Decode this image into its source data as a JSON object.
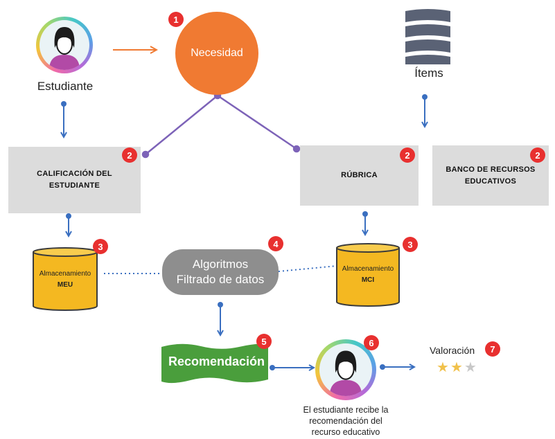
{
  "student": {
    "label": "Estudiante"
  },
  "need": {
    "label": "Necesidad",
    "badge": "1"
  },
  "items": {
    "label": "Ítems"
  },
  "boxes": [
    {
      "title": "CALIFICACIÓN DEL ESTUDIANTE",
      "badge": "2"
    },
    {
      "title": "RÚBRICA",
      "badge": "2"
    },
    {
      "title": "BANCO DE RECURSOS EDUCATIVOS",
      "badge": "2"
    }
  ],
  "storage": [
    {
      "line1": "Almacenamiento",
      "line2": "MEU",
      "badge": "3"
    },
    {
      "line1": "Almacenamiento",
      "line2": "MCI",
      "badge": "3"
    }
  ],
  "algorithms": {
    "line1": "Algoritmos",
    "line2": "Filtrado de datos",
    "badge": "4"
  },
  "recommendation": {
    "label": "Recomendación",
    "badge": "5"
  },
  "receiver": {
    "badge": "6",
    "caption": [
      "El estudiante recibe la",
      "recomendación del",
      "recurso educativo"
    ]
  },
  "rating": {
    "label": "Valoración",
    "badge": "7",
    "stars_filled": 2,
    "stars_total": 3
  },
  "colors": {
    "orange": "#f07a32",
    "badge_red": "#e8302f",
    "gray_box": "#dcdcdc",
    "pill_gray": "#8e8e8e",
    "cylinder_yellow": "#f4b821",
    "green_banner": "#4a9e3c",
    "arrow_blue": "#3a6fc0",
    "purple_line": "#7d63b8",
    "star_gold": "#f1c14b",
    "star_gray": "#c8c8c8"
  },
  "icons": [
    "user-avatar-icon",
    "items-stack-icon",
    "star-icon"
  ]
}
